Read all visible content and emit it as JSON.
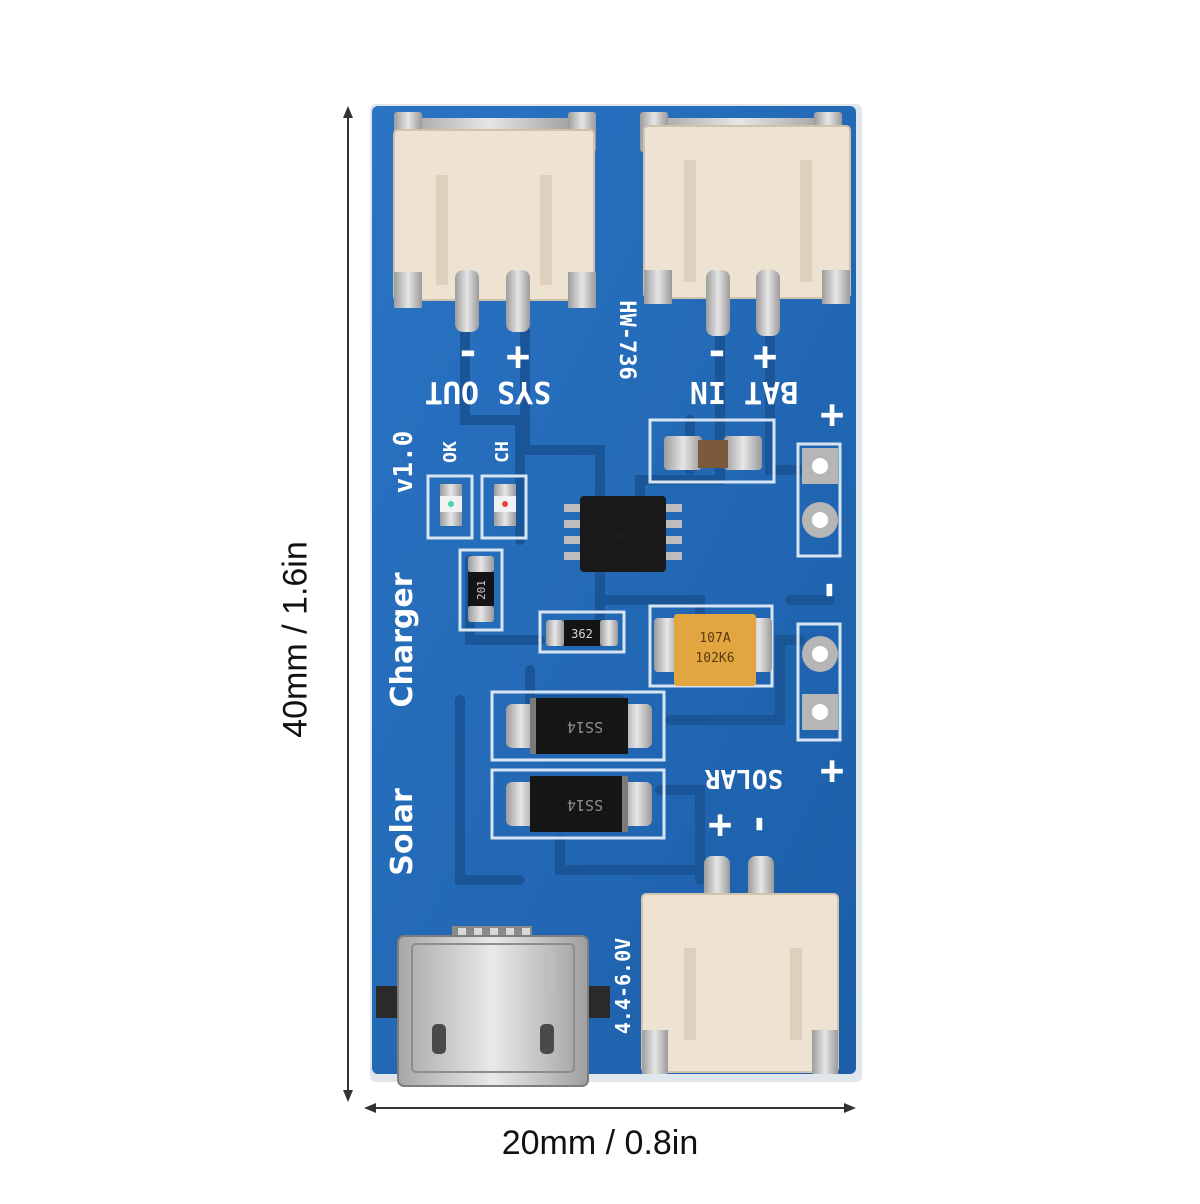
{
  "dimensions": {
    "width": "20mm / 0.8in",
    "height": "40mm / 1.6in"
  },
  "board": {
    "model": "HW-736",
    "version": "v1.0",
    "title_line1": "Solar",
    "title_line2": "Charger",
    "labels": {
      "sys_out": "SYS OUT",
      "bat_in": "BAT IN",
      "solar": "SOLAR",
      "voltage": "4.4-6.0V",
      "led_ok": "OK",
      "led_ch": "CH",
      "plus": "+",
      "minus": "-"
    },
    "component_markings": {
      "diode_1": "SS14",
      "diode_2": "SS14",
      "capacitor_line1": "107A",
      "capacitor_line2": "102K6",
      "resistor_1": "362",
      "resistor_2": "201",
      "chip": "ALF"
    }
  },
  "colors": {
    "pcb": "#1f67b3",
    "connector": "#efe3d3",
    "pad": "#c9c9c9",
    "trace": "#1b5aa0"
  }
}
